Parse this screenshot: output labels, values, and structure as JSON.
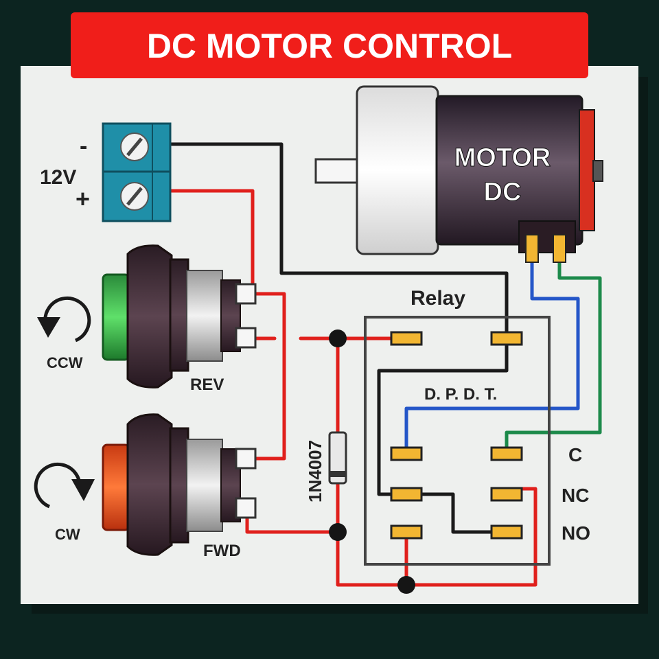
{
  "title": "DC MOTOR CONTROL",
  "colors": {
    "title_bg": "#f01e1a",
    "background": "#0c2420",
    "panel": "#eef0ee",
    "wire_red": "#e0201c",
    "wire_black": "#1a1a1a",
    "wire_blue": "#2456c8",
    "wire_green": "#1c8a4a",
    "terminal_block": "#1f8fa8",
    "contact": "#f2b632",
    "motor_body": "#3a2d3c",
    "button_green": "#2fb14a",
    "button_red": "#e8521c"
  },
  "power": {
    "voltage_label": "12V",
    "minus_sign": "-",
    "plus_sign": "+"
  },
  "motor": {
    "line1": "MOTOR",
    "line2": "DC"
  },
  "relay": {
    "label": "Relay",
    "type_label": "D. P. D. T.",
    "pin_labels": [
      "C",
      "NC",
      "NO"
    ]
  },
  "buttons": {
    "rev": {
      "label": "REV",
      "direction": "CCW",
      "icon": "counter-clockwise-arrow-icon"
    },
    "fwd": {
      "label": "FWD",
      "direction": "CW",
      "icon": "clockwise-arrow-icon"
    }
  },
  "diode": {
    "label": "1N4007"
  }
}
